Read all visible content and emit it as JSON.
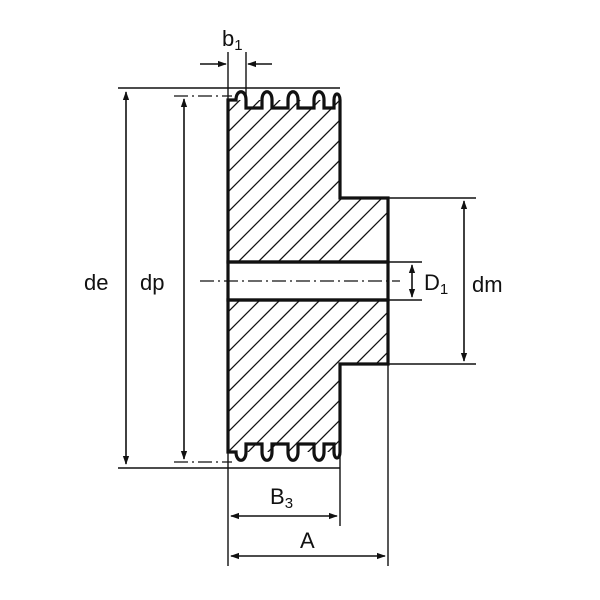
{
  "labels": {
    "b1_main": "b",
    "b1_sub": "1",
    "de": "de",
    "dp": "dp",
    "d1_main": "D",
    "d1_sub": "1",
    "dm": "dm",
    "b3_main": "B",
    "b3_sub": "3",
    "a": "A"
  }
}
